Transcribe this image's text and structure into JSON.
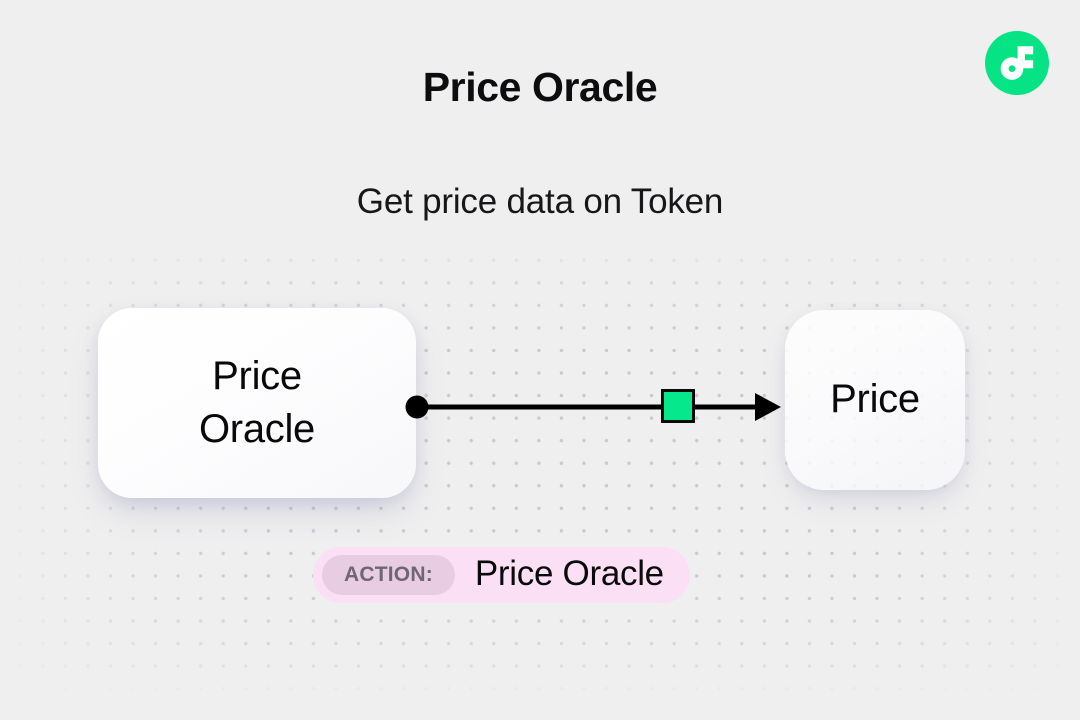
{
  "page": {
    "title": "Price Oracle",
    "subtitle": "Get price data on Token",
    "background_color": "#efefef"
  },
  "brand": {
    "logo_icon": "flux-logo-icon",
    "logo_color": "#06e384",
    "glyph_color": "#ffffff"
  },
  "diagram": {
    "nodes": [
      {
        "id": "source",
        "label": "Price\nOracle",
        "role": "source-node",
        "handle_icon": "output-handle-dot",
        "handle_color": "#000000"
      },
      {
        "id": "target",
        "label": "Price",
        "role": "target-node"
      }
    ],
    "edge": {
      "from": "source",
      "to": "target",
      "line_color": "#000000",
      "arrow_icon": "arrow-head-icon",
      "token_icon": "edge-token-square",
      "token_color": "#05e88c",
      "token_border_color": "#0a0a0a"
    }
  },
  "action_badge": {
    "prefix": "ACTION:",
    "value": "Price Oracle",
    "container_color": "#fbdff5",
    "pill_color": "#e8cce2",
    "prefix_color": "#6e6772"
  }
}
